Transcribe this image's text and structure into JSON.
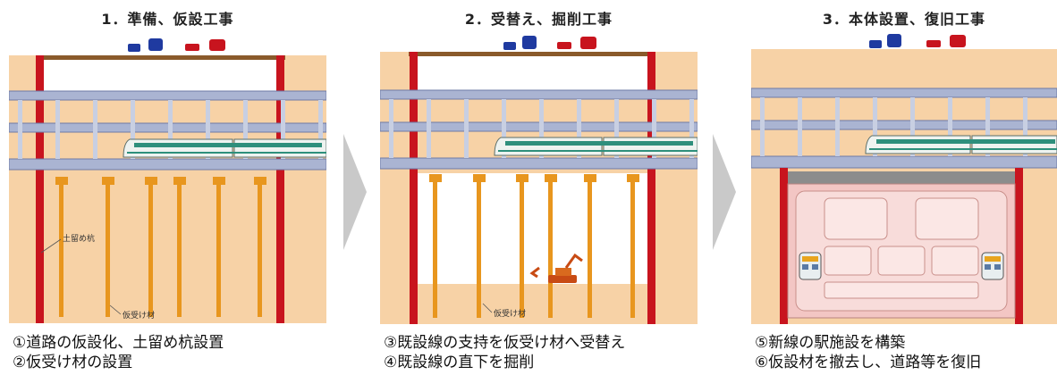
{
  "panels": [
    {
      "title": "1．準備、仮設工事",
      "captions": [
        "①道路の仮設化、土留め杭設置",
        "②仮受け材の設置"
      ],
      "labels": {
        "pile": "土留め杭",
        "support": "仮受け材"
      }
    },
    {
      "title": "2．受替え、掘削工事",
      "captions": [
        "③既設線の支持を仮受け材へ受替え",
        "④既設線の直下を掘削"
      ],
      "labels": {
        "support": "仮受け材"
      }
    },
    {
      "title": "3．本体設置、復旧工事",
      "captions": [
        "⑤新線の駅施設を構築",
        "⑥仮設材を撤去し、道路等を復旧"
      ]
    }
  ],
  "colors": {
    "soil": "#f7d2a6",
    "pile": "#c8141e",
    "support": "#e8961e",
    "viaduct": "#aab4d2",
    "station": "#f3c6c4"
  }
}
